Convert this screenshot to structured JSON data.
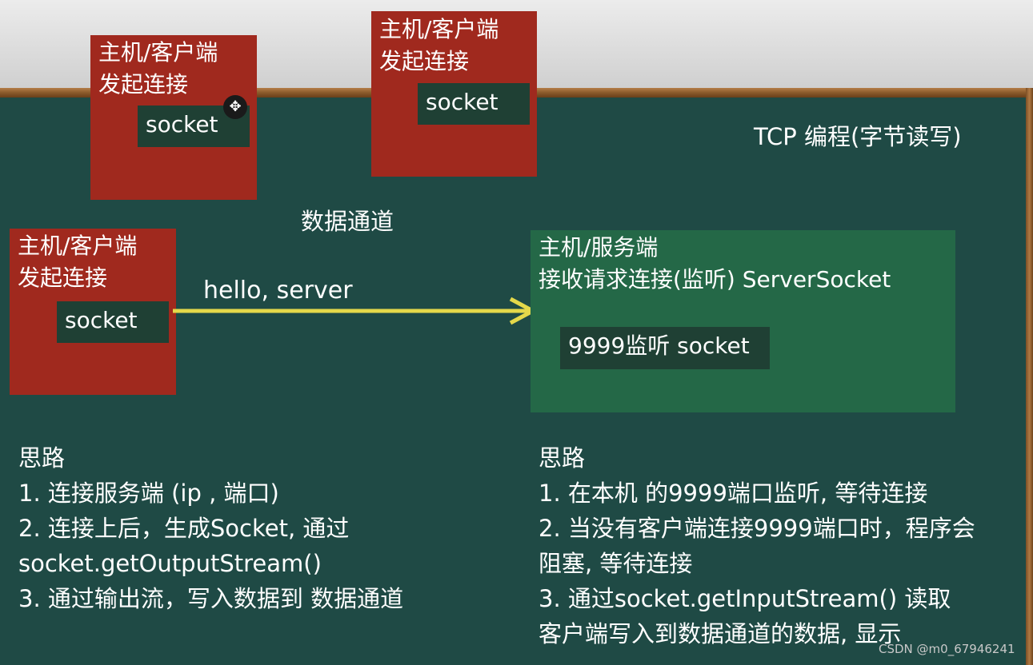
{
  "board_title": "TCP 编程(字节读写)",
  "channel_label": "数据通道",
  "message_label": "hello, server",
  "clients": [
    {
      "line1": "主机/客户端",
      "line2": "发起连接",
      "socket": "socket"
    },
    {
      "line1": "主机/客户端",
      "line2": "发起连接",
      "socket": "socket"
    },
    {
      "line1": "主机/客户端",
      "line2": "发起连接",
      "socket": "socket"
    }
  ],
  "server": {
    "line1": "主机/服务端",
    "line2": "接收请求连接(监听) ServerSocket",
    "socket": "9999监听 socket"
  },
  "client_notes": {
    "heading": "思路",
    "lines": [
      "1. 连接服务端 (ip , 端口)",
      "2. 连接上后，生成Socket, 通过",
      "socket.getOutputStream()",
      "3. 通过输出流，写入数据到 数据通道"
    ]
  },
  "server_notes": {
    "heading": "思路",
    "lines": [
      "1. 在本机 的9999端口监听, 等待连接",
      "2. 当没有客户端连接9999端口时，程序会",
      "阻塞, 等待连接",
      "3. 通过socket.getInputStream() 读取",
      "客户端写入到数据通道的数据, 显示"
    ]
  },
  "watermark": "CSDN @m0_67946241",
  "colors": {
    "board": "#1f4a45",
    "client_box": "#a0291e",
    "server_box": "#246847",
    "socket_box": "#1f4034",
    "arrow": "#e4d84a"
  }
}
